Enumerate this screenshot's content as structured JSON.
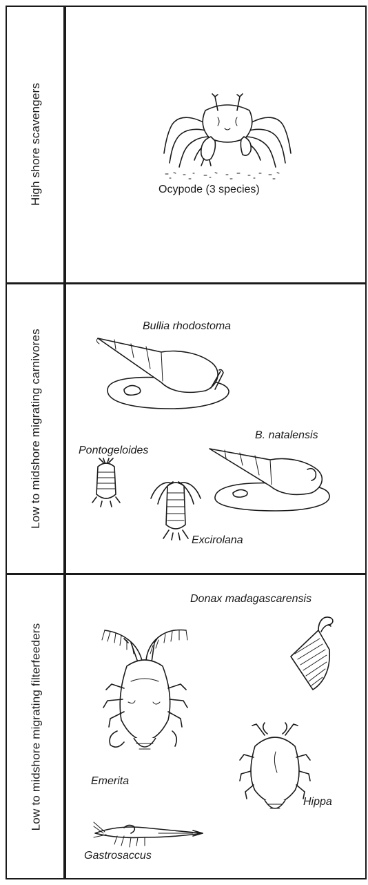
{
  "rows": [
    {
      "label": "High shore scavengers",
      "organisms": [
        {
          "name": "Ocypode (3 species)",
          "italic": false,
          "icon": "ghost-crab-icon"
        }
      ]
    },
    {
      "label": "Low to midshore migrating carnivores",
      "organisms": [
        {
          "name": "Bullia rhodostoma",
          "italic": true,
          "icon": "whelk-icon"
        },
        {
          "name": "B. natalensis",
          "italic": true,
          "icon": "whelk-icon"
        },
        {
          "name": "Pontogeloides",
          "italic": true,
          "icon": "isopod-icon"
        },
        {
          "name": "Excirolana",
          "italic": true,
          "icon": "isopod-icon"
        }
      ]
    },
    {
      "label": "Low to midshore migrating filterfeeders",
      "organisms": [
        {
          "name": "Donax madagascarensis",
          "italic": true,
          "icon": "clam-icon"
        },
        {
          "name": "Emerita",
          "italic": true,
          "icon": "mole-crab-icon"
        },
        {
          "name": "Hippa",
          "italic": true,
          "icon": "mole-crab-icon"
        },
        {
          "name": "Gastrosaccus",
          "italic": true,
          "icon": "mysid-shrimp-icon"
        }
      ]
    }
  ]
}
